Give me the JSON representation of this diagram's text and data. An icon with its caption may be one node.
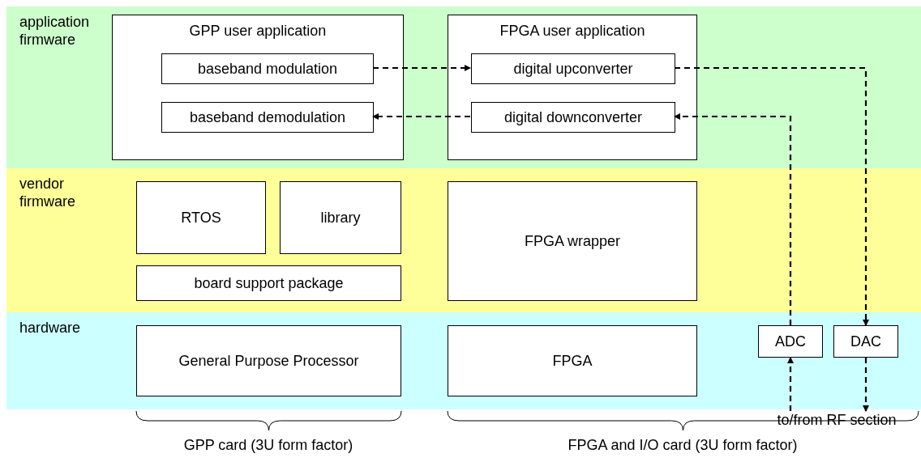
{
  "diagram": {
    "nodes": [
      {
        "text": [
          "application firmware"
        ]
      },
      {
        "text": [
          "GPP user application"
        ],
        "in": 0
      },
      {
        "text": [
          "baseband modulation"
        ],
        "in": 1
      },
      {
        "text": [
          "baseband demodulation"
        ],
        "in": 1
      },
      {
        "text": [
          "FPGA user application"
        ],
        "in": 0
      },
      {
        "text": [
          "digital upconverter"
        ],
        "in": 4
      },
      {
        "text": [
          "digital downconverter"
        ],
        "in": 4
      },
      {
        "text": [
          "vendor firmware"
        ]
      },
      {
        "text": [
          "RTOS"
        ],
        "in": 7
      },
      {
        "text": [
          "library"
        ],
        "in": 7
      },
      {
        "text": [
          "board support package"
        ],
        "in": 7
      },
      {
        "text": [
          "FPGA wrapper"
        ],
        "in": 7
      },
      {
        "text": [
          "hardware"
        ]
      },
      {
        "text": [
          "General Purpose Processor"
        ],
        "in": 12
      },
      {
        "text": [
          "FPGA"
        ],
        "in": 12
      },
      {
        "text": [
          "ADC"
        ],
        "in": 12
      },
      {
        "text": [
          "DAC"
        ],
        "in": 12
      },
      {
        "text": [
          "to/from RF section"
        ]
      }
    ],
    "edges": [
      {
        "from": 2,
        "to": 5,
        "arrow": "to",
        "style": "dashed"
      },
      {
        "from": 6,
        "to": 3,
        "arrow": "to",
        "style": "dashed"
      },
      {
        "from": 5,
        "to": 16,
        "arrow": "to",
        "style": "dashed"
      },
      {
        "from": 15,
        "to": 6,
        "arrow": "to",
        "style": "dashed"
      },
      {
        "from": 17,
        "to": 15,
        "arrow": "to",
        "style": "dashed"
      },
      {
        "from": 16,
        "to": 17,
        "arrow": "to",
        "style": "dashed"
      }
    ],
    "labels": [
      "GPP card (3U form factor)",
      "FPGA and I/O card (3U form factor)"
    ]
  }
}
